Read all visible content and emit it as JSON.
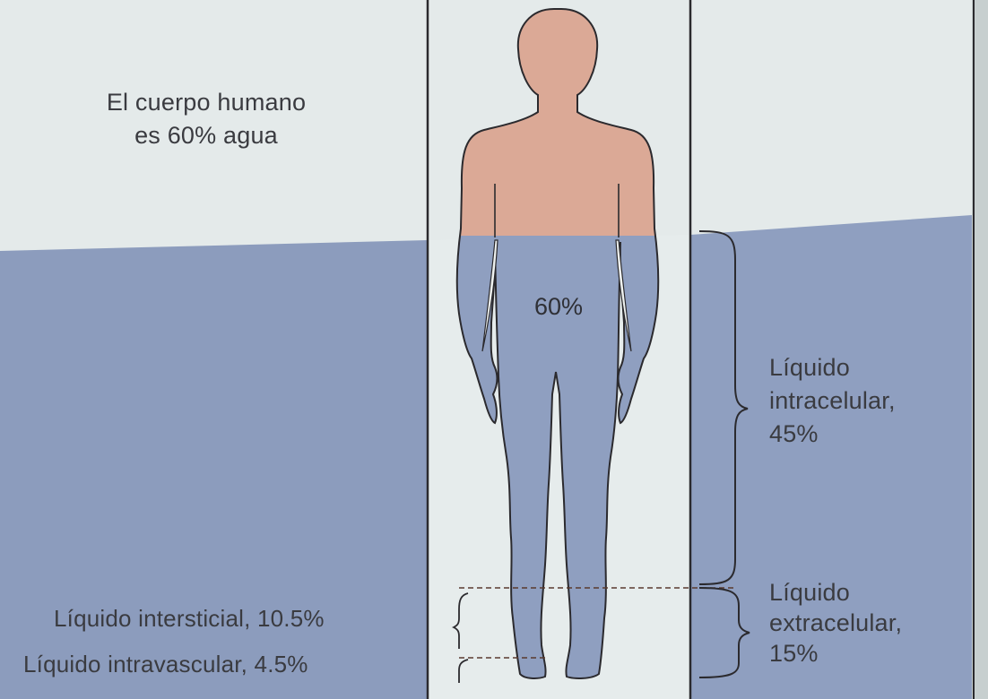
{
  "headline": {
    "line1": "El cuerpo humano",
    "line2": "es 60% agua"
  },
  "body_label": "60%",
  "intracellular": {
    "line1": "Líquido",
    "line2": "intracelular,",
    "line3": "45%",
    "value_percent": 45
  },
  "extracellular": {
    "line1": "Líquido",
    "line2": "extracelular,",
    "line3": "15%",
    "value_percent": 15
  },
  "interstitial_label": "Líquido intersticial, 10.5%",
  "intravascular_label": "Líquido intravascular, 4.5%",
  "water_fraction": 0.6,
  "colors": {
    "water": "#8f9fc0",
    "skin": "#dba996",
    "background": "#e6ecec",
    "line": "#2b2a2e"
  }
}
